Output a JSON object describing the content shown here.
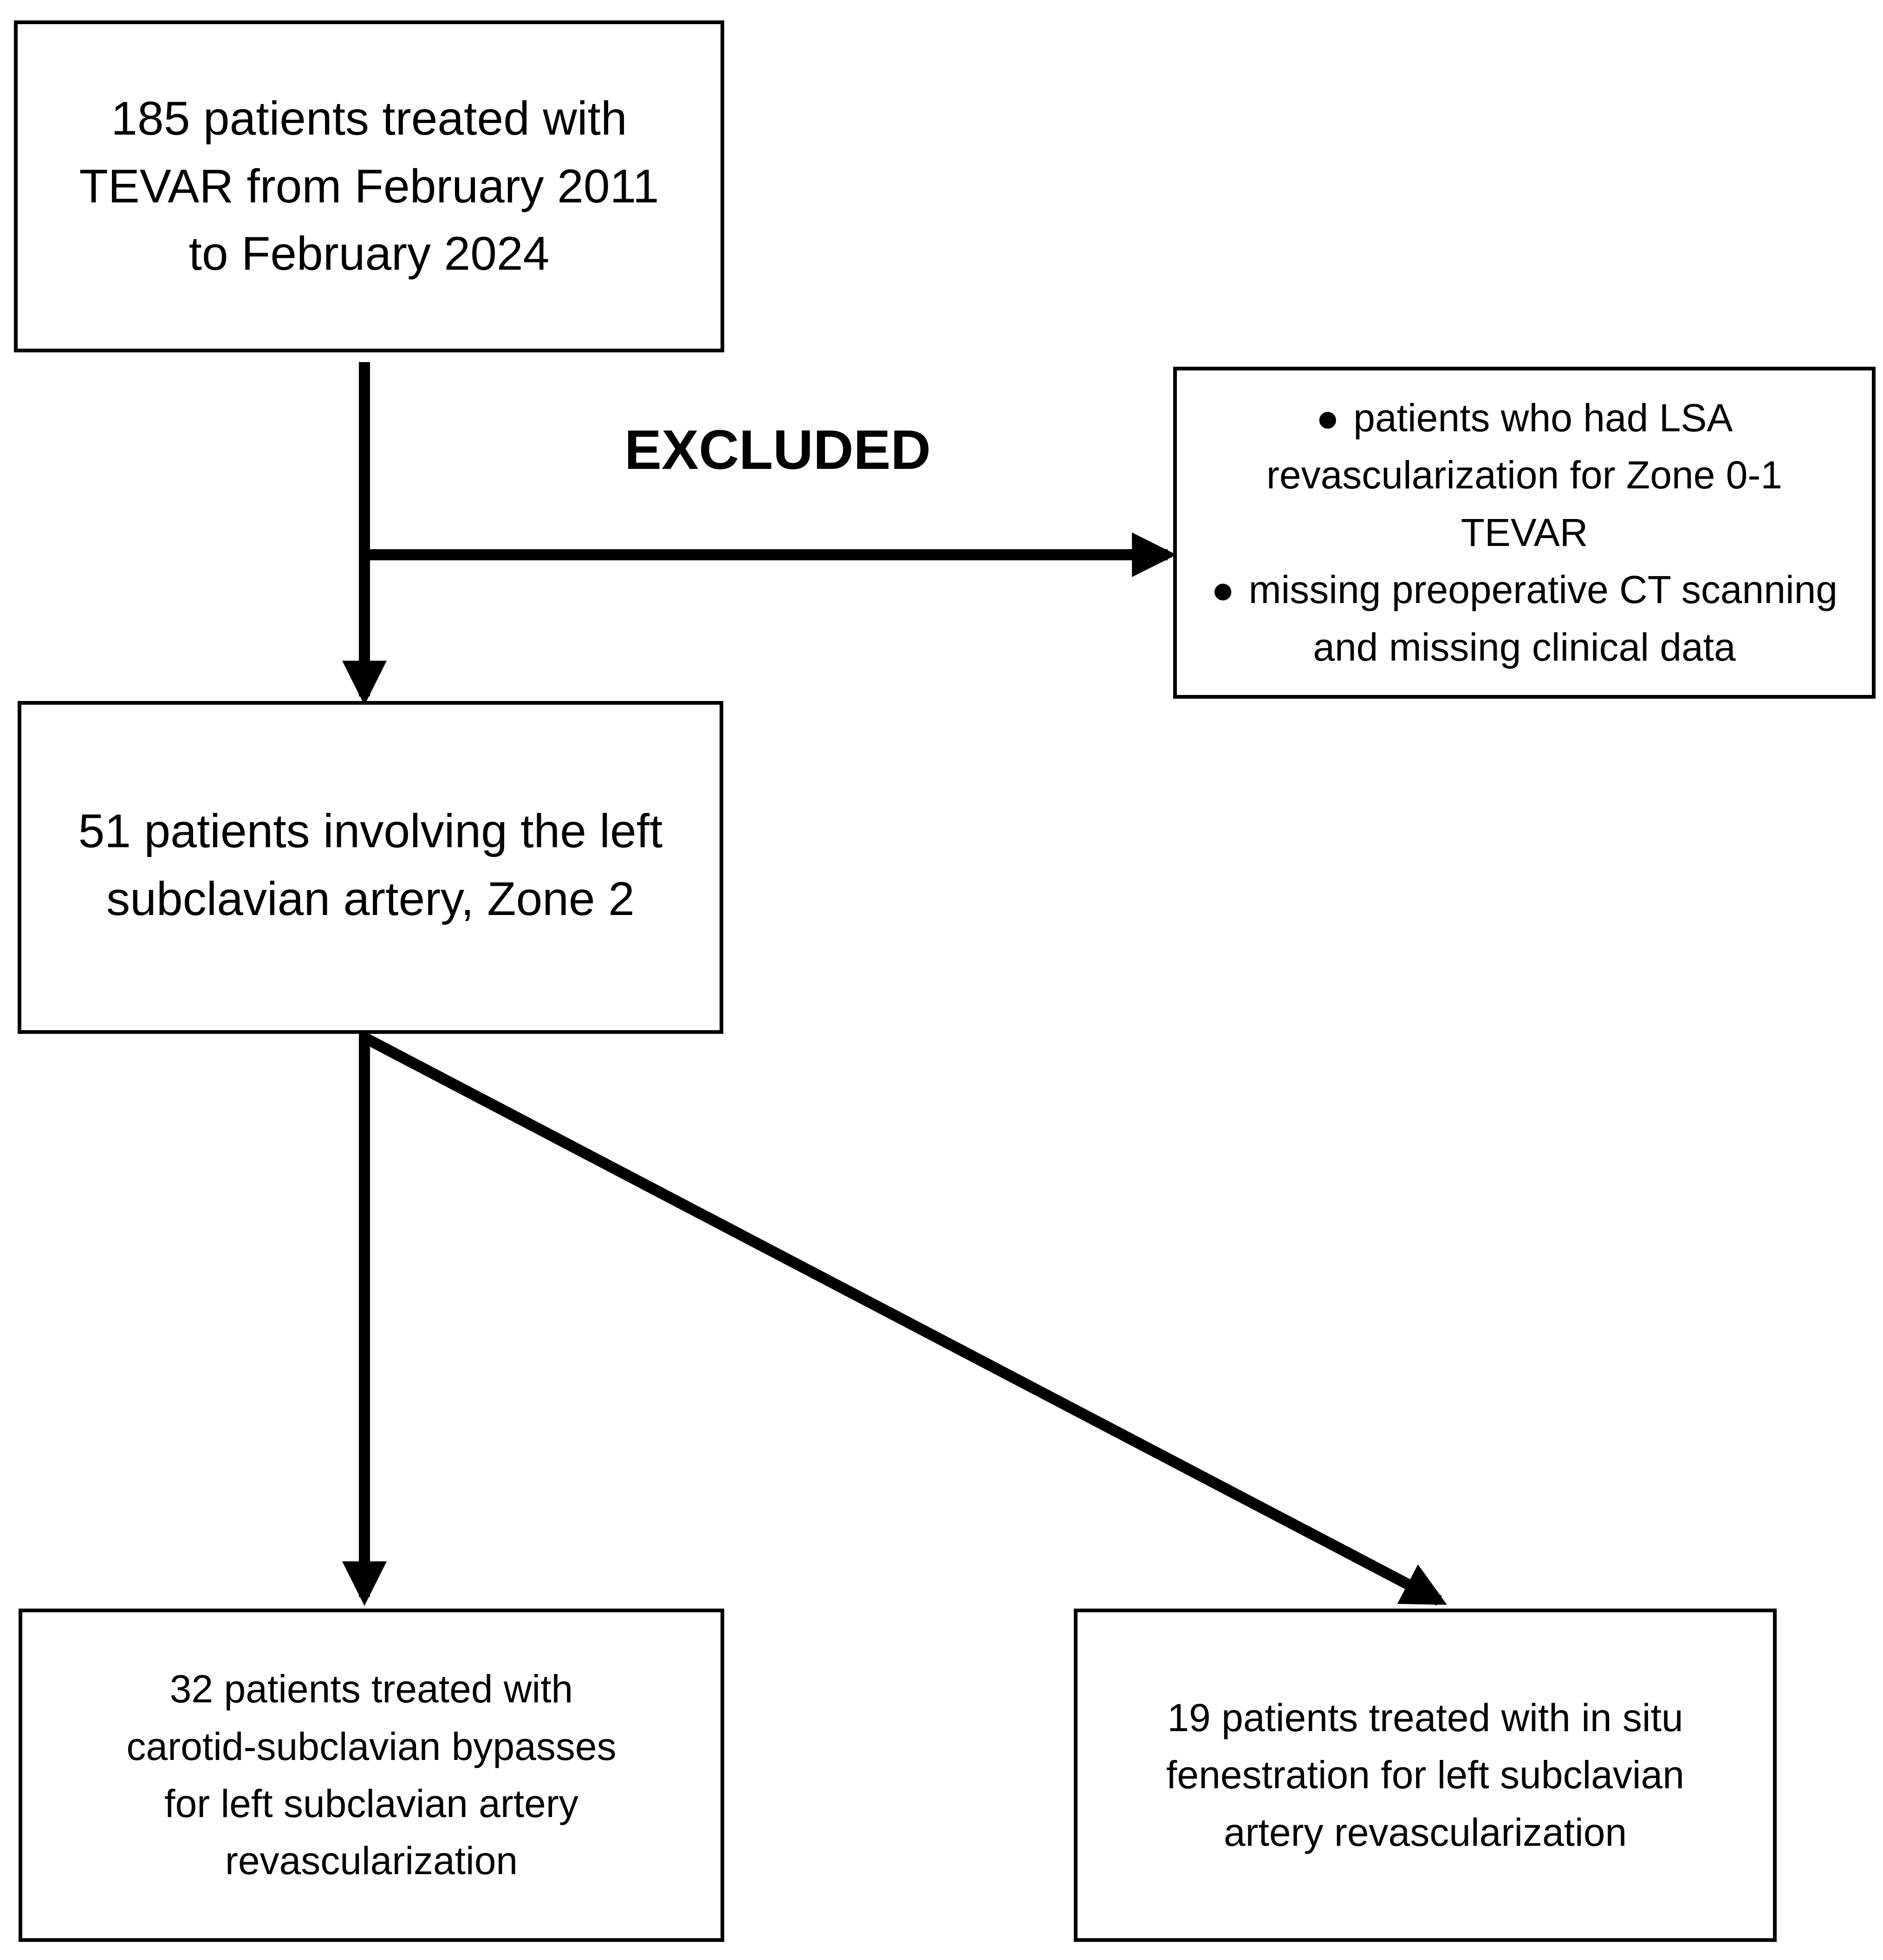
{
  "flowchart": {
    "start_box": {
      "lines": [
        "185 patients treated with",
        "TEVAR from February 2011",
        "to February 2024"
      ]
    },
    "excluded_label": "EXCLUDED",
    "exclusion_box": {
      "items": [
        {
          "lines": [
            "patients who had LSA",
            "revascularization for Zone 0-1",
            "TEVAR"
          ]
        },
        {
          "lines": [
            "missing preoperative CT scanning",
            "and missing clinical data"
          ]
        }
      ]
    },
    "zone2_box": {
      "lines": [
        "51 patients involving the left",
        "subclavian artery, Zone 2"
      ]
    },
    "bypass_box": {
      "lines": [
        "32 patients treated with",
        "carotid-subclavian bypasses",
        "for left subclavian artery",
        "revascularization"
      ]
    },
    "fenestration_box": {
      "lines": [
        "19 patients treated with in situ",
        "fenestration for left subclavian",
        "artery revascularization"
      ]
    },
    "colors": {
      "stroke": "#000000",
      "background": "#ffffff"
    }
  }
}
